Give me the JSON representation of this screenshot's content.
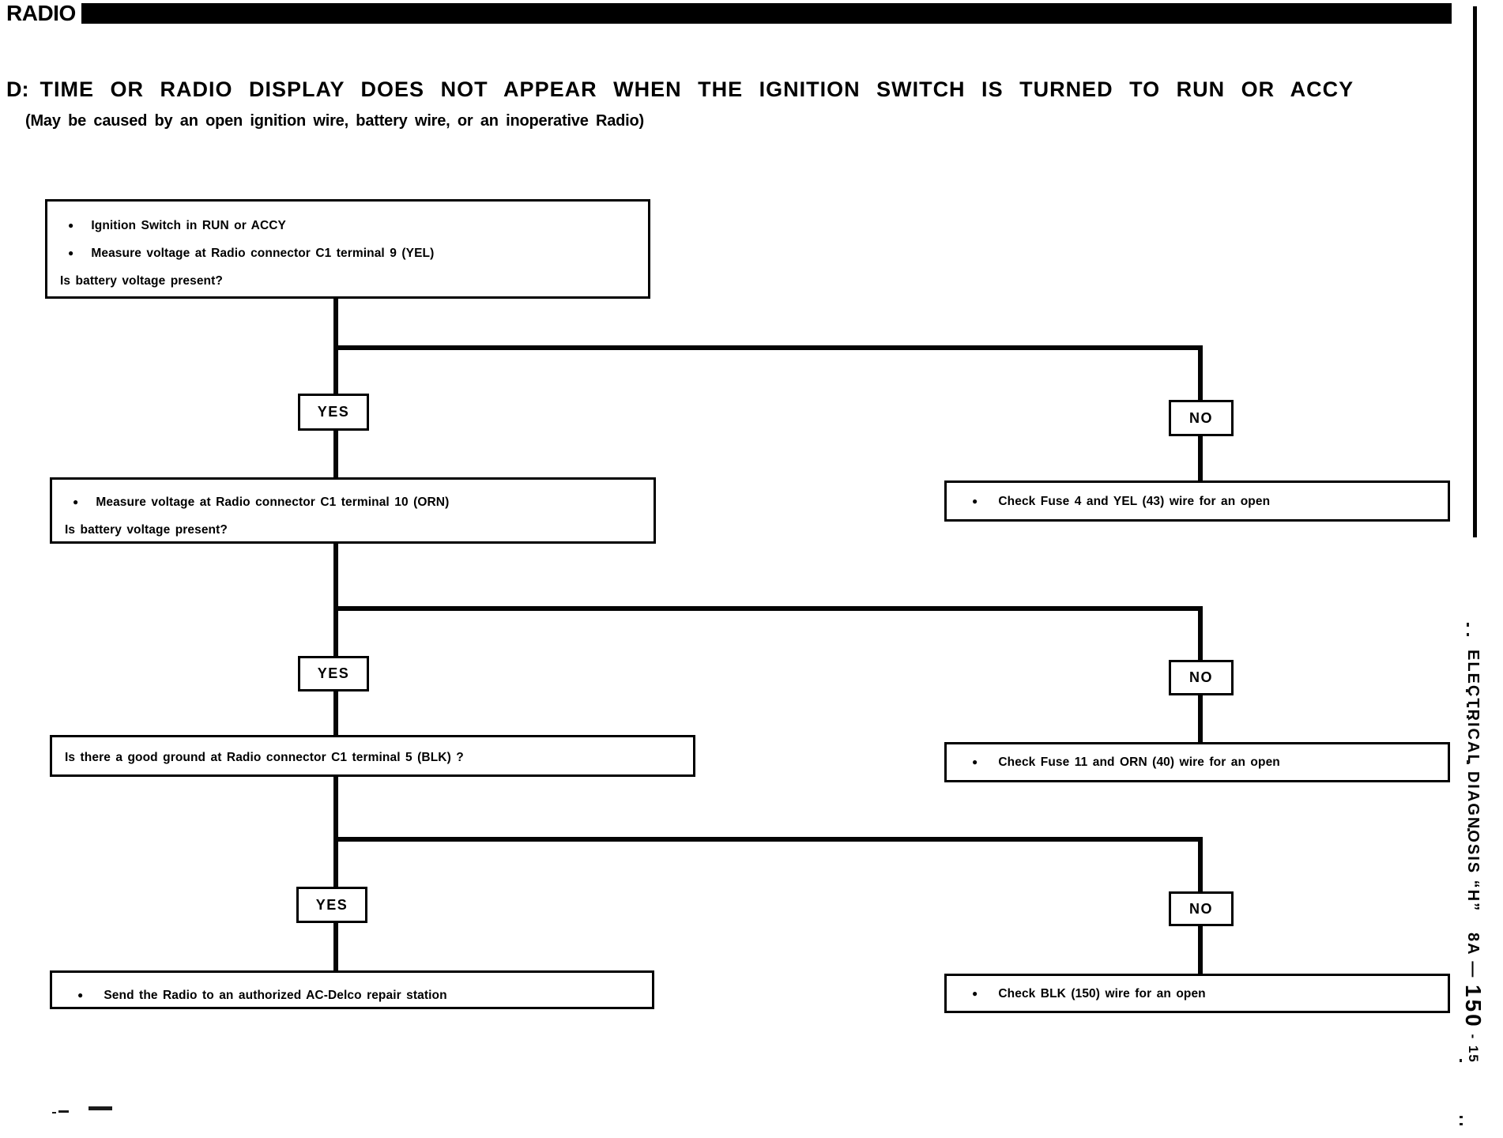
{
  "page": {
    "section_header": "RADIO",
    "title_prefix": "D:",
    "title": "TIME OR RADIO DISPLAY DOES NOT APPEAR WHEN THE IGNITION SWITCH IS TURNED TO RUN OR ACCY",
    "subtitle": "(May be caused by an open ignition wire, battery wire, or an inoperative Radio)"
  },
  "icons": {
    "bullet": "●"
  },
  "flowchart": {
    "type": "diagnostic-flowchart",
    "decision_labels": {
      "yes": "YES",
      "no": "NO"
    },
    "steps": {
      "q1": {
        "lines": [
          {
            "bullet": true,
            "text": "Ignition Switch in RUN or ACCY"
          },
          {
            "bullet": true,
            "text": "Measure voltage at Radio connector C1 terminal 9 (YEL)"
          },
          {
            "bullet": false,
            "text": "Is battery voltage present?"
          }
        ]
      },
      "q2": {
        "lines": [
          {
            "bullet": true,
            "text": "Measure voltage at Radio connector C1 terminal 10 (ORN)"
          },
          {
            "bullet": false,
            "text": "Is battery voltage present?"
          }
        ]
      },
      "q3": {
        "lines": [
          {
            "bullet": false,
            "text": "Is there a good ground at Radio connector C1 terminal 5 (BLK) ?"
          }
        ]
      },
      "final_yes": {
        "lines": [
          {
            "bullet": true,
            "text": "Send the Radio to an authorized AC-Delco repair station"
          }
        ]
      },
      "no1": {
        "lines": [
          {
            "bullet": true,
            "text": "Check Fuse 4 and YEL (43) wire for an open"
          }
        ]
      },
      "no2": {
        "lines": [
          {
            "bullet": true,
            "text": "Check Fuse 11 and ORN (40) wire for an open"
          }
        ]
      },
      "no3": {
        "lines": [
          {
            "bullet": true,
            "text": "Check BLK (150) wire for an open"
          }
        ]
      }
    }
  },
  "sidebar": {
    "vertical_title": "ELECTRICAL DIAGNOSIS “H”",
    "page_ref": {
      "prefix": "8A — ",
      "number": "150",
      "suffix": " - 15"
    }
  },
  "colors": {
    "ink": "#000000",
    "paper": "#ffffff"
  }
}
